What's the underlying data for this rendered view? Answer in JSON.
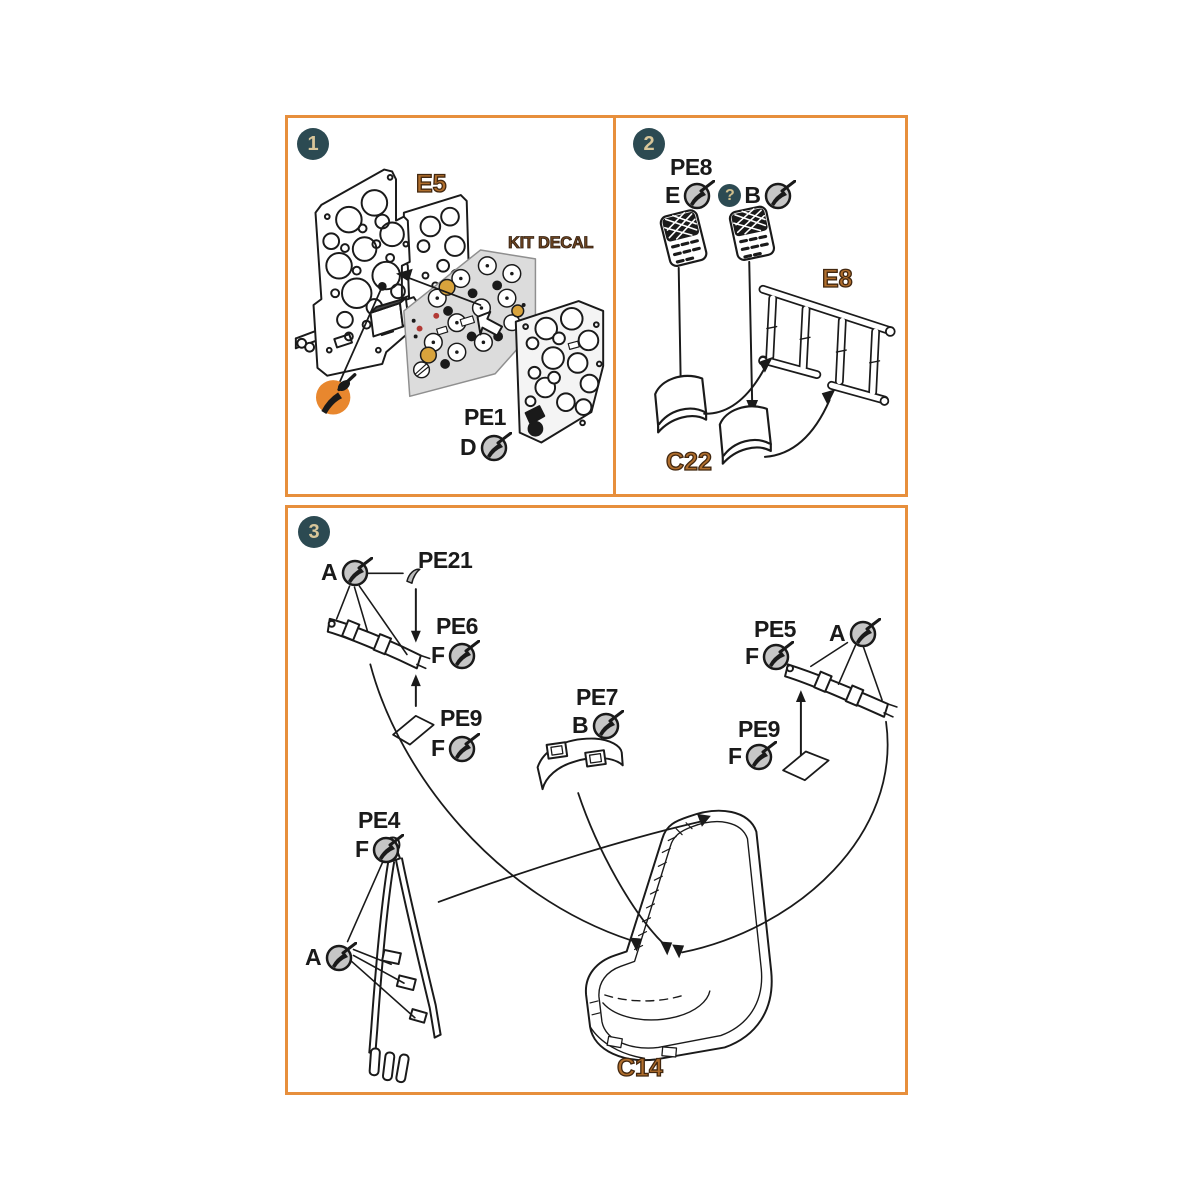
{
  "document_kind": "model-kit photo-etch assembly instructions",
  "colors": {
    "background": "#FFFFFF",
    "panel_border_orange": "#E78F3C",
    "step_badge_teal": "#2C4A52",
    "step_badge_text_cream": "#D8C69A",
    "part_label_brown": "#B06E2D",
    "part_label_outline": "#42270F",
    "ink_black": "#1A1A1A",
    "glue_icon_gray": "#C6C6C6",
    "paint_highlight_orange": "#E8872E",
    "decal_sheet_gray": "#DCDCDC",
    "gauge_yellow": "#D8A33C",
    "gauge_red": "#B23A35"
  },
  "icons": {
    "glue_brush": "glue-brush-icon",
    "paint_highlight": "paint-brush-orange-icon",
    "unknown_option": "question-badge-icon"
  },
  "step1": {
    "number": "1",
    "part_e5": "E5",
    "kit_decal_label": "KIT DECAL",
    "callout_pe1": "PE1",
    "pe1_letter": "D"
  },
  "step2": {
    "number": "2",
    "callout_pe8": "PE8",
    "letter_e": "E",
    "question_mark": "?",
    "letter_b": "B",
    "part_e8": "E8",
    "part_c22": "C22"
  },
  "step3": {
    "number": "3",
    "letter_a_top_left": "A",
    "callout_pe21": "PE21",
    "callout_pe6": "PE6",
    "pe6_letter": "F",
    "callout_pe9_left": "PE9",
    "pe9_left_letter": "F",
    "callout_pe7": "PE7",
    "pe7_letter": "B",
    "callout_pe5": "PE5",
    "pe5_letter": "F",
    "letter_a_right": "A",
    "callout_pe9_right": "PE9",
    "pe9_right_letter": "F",
    "callout_pe4": "PE4",
    "pe4_letter": "F",
    "letter_a_bottom": "A",
    "part_c14": "C14"
  }
}
